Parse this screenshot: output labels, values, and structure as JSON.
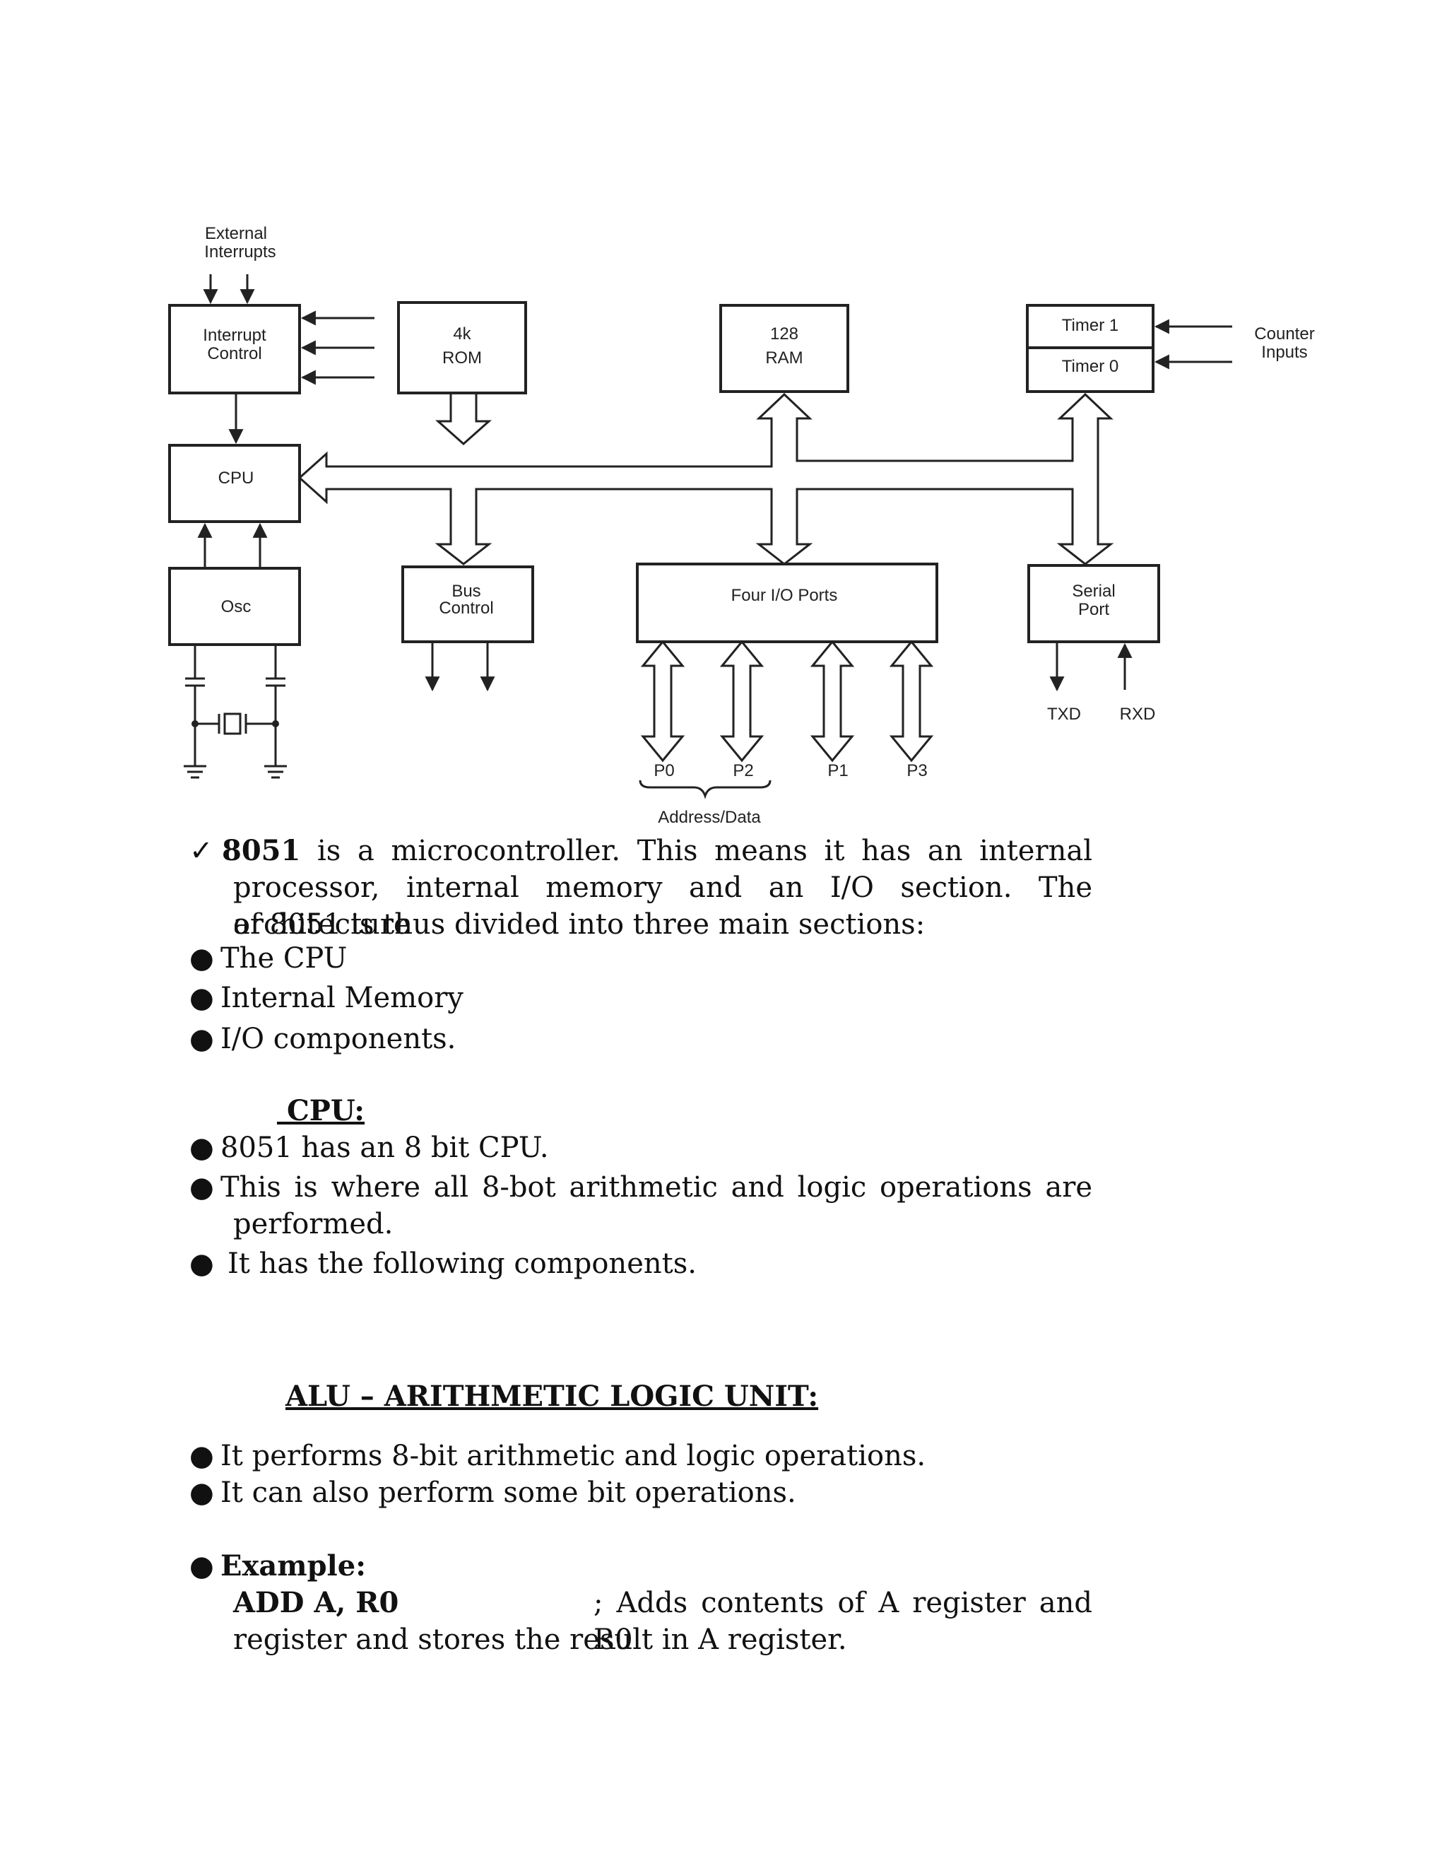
{
  "diagram": {
    "external_interrupts": [
      "External",
      "Interrupts"
    ],
    "interrupt_control": [
      "Interrupt",
      "Control"
    ],
    "rom": [
      "4k",
      "ROM"
    ],
    "ram": [
      "128",
      "RAM"
    ],
    "timer1": "Timer 1",
    "timer0": "Timer 0",
    "counter_inputs": [
      "Counter",
      "Inputs"
    ],
    "cpu": "CPU",
    "osc": "Osc",
    "bus_control": [
      "Bus",
      "Control"
    ],
    "io_ports": "Four I/O Ports",
    "serial_port": [
      "Serial",
      "Port"
    ],
    "txd": "TXD",
    "rxd": "RXD",
    "ports": [
      "P0",
      "P2",
      "P1",
      "P3"
    ],
    "address_data": "Address/Data"
  },
  "intro": {
    "check": "✓",
    "bold": "8051",
    "line1_rest": "is a microcontroller. This means it has an internal",
    "line2": "processor, internal memory and an I/O section. The architecture",
    "line3": "of 8051 is thus divided into three main sections:"
  },
  "sections_list": [
    "The CPU",
    "Internal Memory",
    "I/O components."
  ],
  "cpu_heading": "CPU:",
  "cpu_bullets": {
    "b1": "8051 has an 8 bit CPU.",
    "b2_line1": "This is where all 8-bot arithmetic and logic operations are",
    "b2_line2": "performed.",
    "b3": "It has the following components."
  },
  "alu_heading": "ALU – ARITHMETIC LOGIC UNIT:",
  "alu_bullets": [
    "It performs 8-bit arithmetic and logic operations.",
    "It can also perform some bit operations."
  ],
  "example": {
    "label": "Example:",
    "code": "ADD A, R0",
    "comment": "; Adds contents of A register and R0",
    "line2": "register and stores the result in A register."
  },
  "bullet_char": "●"
}
